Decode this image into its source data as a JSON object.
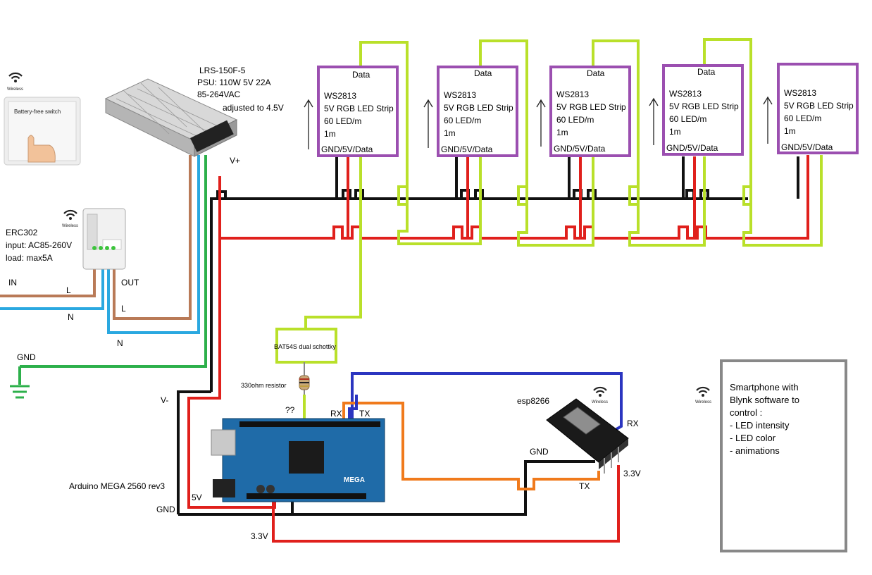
{
  "colors": {
    "wire_black": "#111111",
    "wire_red": "#e0201c",
    "wire_green_data": "#b9e02a",
    "wire_brown": "#b97a57",
    "wire_blue": "#2aa8e0",
    "wire_gnd_green": "#2db04b",
    "wire_navy": "#2b35c0",
    "wire_orange": "#f07a1c",
    "strip_box": "#9b4fb0",
    "schottky_box": "#b9e02a",
    "smartphone_box": "#888888"
  },
  "icons": {
    "wireless": "wireless-icon",
    "switch": "battery-free-switch-icon",
    "psu": "power-supply-icon",
    "receiver": "erc302-receiver-icon",
    "arduino": "arduino-board-icon",
    "esp": "esp8266-module-icon",
    "resistor": "resistor-icon",
    "ground": "ground-symbol-icon"
  },
  "switch": {
    "wireless_label": "Wireless",
    "label": "Battery-free switch"
  },
  "psu": {
    "line1": "LRS-150F-5",
    "line2": "PSU: 110W 5V 22A",
    "line3": "85-264VAC",
    "line4": "adjusted to 4.5V",
    "vplus": "V+",
    "vminus": "V-"
  },
  "receiver": {
    "wireless_label": "Wireless",
    "name": "ERC302",
    "input": "input: AC85-260V",
    "load": "load: max5A",
    "out": "OUT"
  },
  "mains": {
    "in": "IN",
    "l1": "L",
    "n1": "N",
    "l2": "L",
    "n2": "N",
    "gnd": "GND"
  },
  "strips": [
    {
      "data": "Data",
      "model": "WS2813",
      "desc": "5V RGB LED Strip",
      "density": "60 LED/m",
      "length": "1m",
      "pins": "GND/5V/Data"
    },
    {
      "data": "Data",
      "model": "WS2813",
      "desc": "5V RGB LED Strip",
      "density": "60 LED/m",
      "length": "1m",
      "pins": "GND/5V/Data"
    },
    {
      "data": "Data",
      "model": "WS2813",
      "desc": "5V RGB LED Strip",
      "density": "60 LED/m",
      "length": "1m",
      "pins": "GND/5V/Data"
    },
    {
      "data": "Data",
      "model": "WS2813",
      "desc": "5V RGB LED Strip",
      "density": "60 LED/m",
      "length": "1m",
      "pins": "GND/5V/Data"
    },
    {
      "data": "",
      "model": "WS2813",
      "desc": "5V RGB LED Strip",
      "density": "60 LED/m",
      "length": "1m",
      "pins": "GND/5V/Data"
    }
  ],
  "schottky": {
    "label": "BAT54S dual schottky"
  },
  "resistor": {
    "label": "330ohm resistor"
  },
  "arduino": {
    "name": "Arduino MEGA 2560 rev3",
    "unknown_pin": "??",
    "rx": "RX",
    "tx": "TX",
    "pin_5v": "5V",
    "gnd": "GND",
    "v33": "3.3V",
    "board_text": "MEGA"
  },
  "esp": {
    "name": "esp8266",
    "wireless_label": "Wireless",
    "rx": "RX",
    "gnd": "GND",
    "tx": "TX",
    "v33": "3.3V"
  },
  "smartphone": {
    "wireless_label": "Wireless",
    "line1": "Smartphone with",
    "line2": "Blynk software to",
    "line3": "control :",
    "line4": "- LED intensity",
    "line5": "- LED color",
    "line6": "- animations"
  }
}
